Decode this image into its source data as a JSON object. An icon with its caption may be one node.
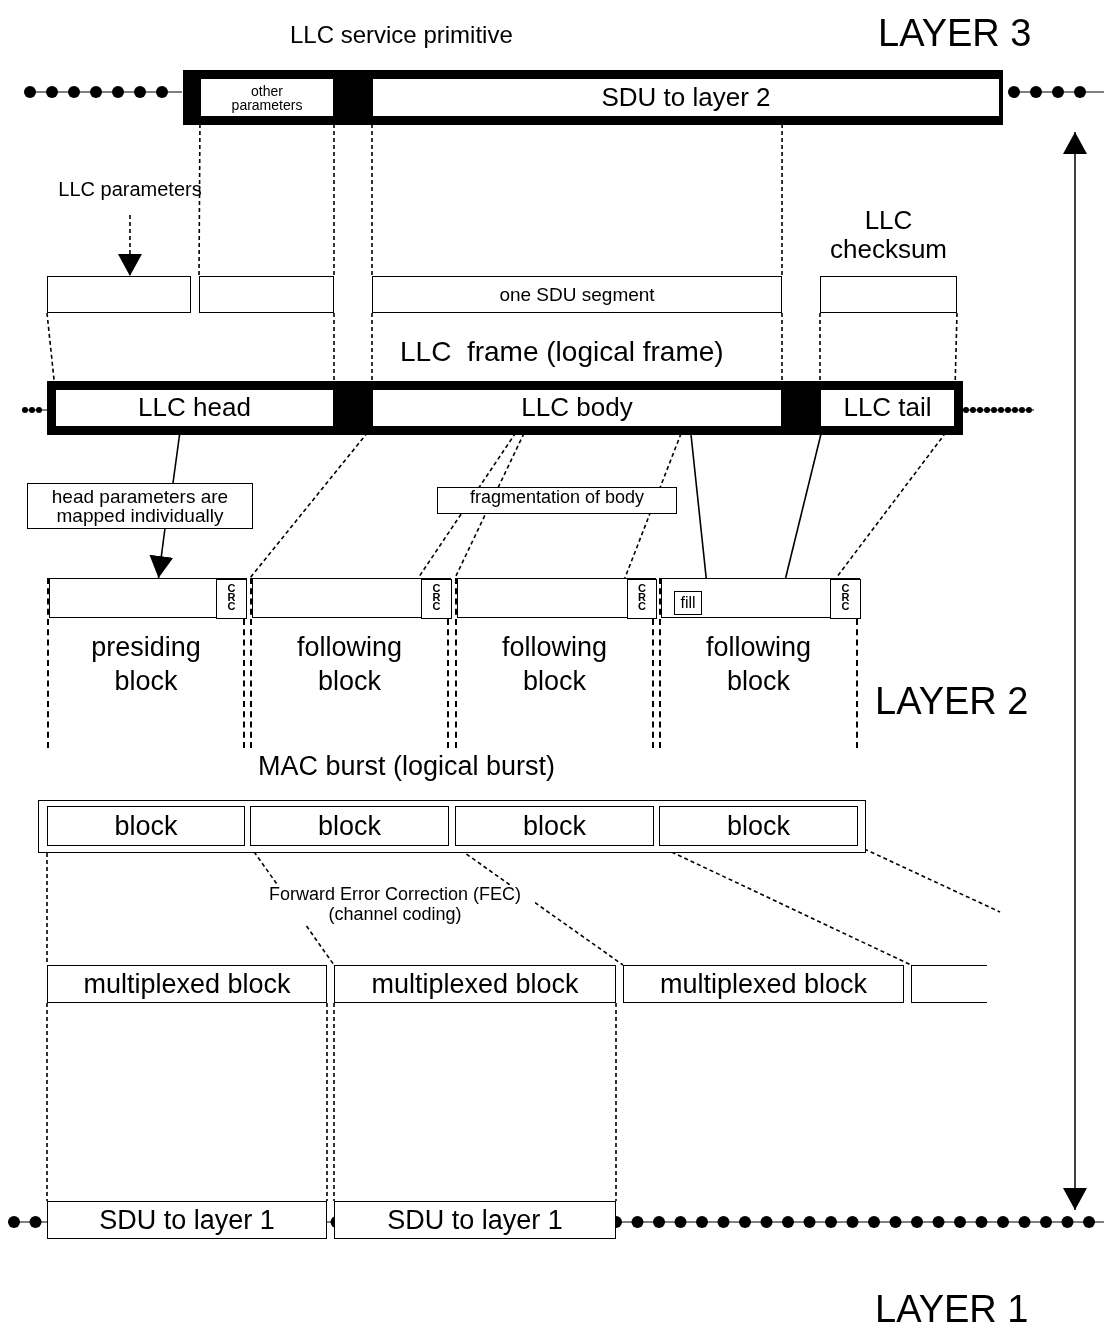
{
  "diagram": {
    "nodes": [
      {
        "text": [
          "LLC service primitive"
        ]
      },
      {
        "text": [
          "other parameters"
        ],
        "in": 0
      },
      {
        "text": [
          "SDU to layer 2"
        ],
        "in": 0
      },
      {
        "text": [
          "LLC parameters"
        ]
      },
      {
        "text": [],
        "shape": "box"
      },
      {
        "text": [],
        "shape": "box"
      },
      {
        "text": [
          "one SDU segment"
        ]
      },
      {
        "text": [
          "LLC checksum"
        ]
      },
      {
        "text": [
          "LLC  frame (logical frame)"
        ]
      },
      {
        "text": [
          "LLC head"
        ],
        "in": 8
      },
      {
        "text": [
          "LLC body"
        ],
        "in": 8
      },
      {
        "text": [
          "LLC tail"
        ],
        "in": 8
      },
      {
        "text": [
          "head parameters are mapped individually"
        ]
      },
      {
        "text": [
          "presiding block"
        ]
      },
      {
        "text": [],
        "shape": "box",
        "in": 13
      },
      {
        "text": [
          "CRC"
        ],
        "in": 14
      },
      {
        "text": [
          "following block"
        ]
      },
      {
        "text": [],
        "shape": "box",
        "in": 16
      },
      {
        "text": [
          "CRC"
        ],
        "in": 17
      },
      {
        "text": [
          "following block"
        ]
      },
      {
        "text": [],
        "shape": "box",
        "in": 19
      },
      {
        "text": [
          "CRC"
        ],
        "in": 20
      },
      {
        "text": [
          "following block"
        ]
      },
      {
        "text": [],
        "shape": "box",
        "in": 22
      },
      {
        "text": [
          "fill"
        ],
        "in": 23
      },
      {
        "text": [
          "CRC"
        ],
        "in": 23
      },
      {
        "text": [
          "MAC burst (logical burst)"
        ]
      },
      {
        "text": [
          "block"
        ],
        "in": 26
      },
      {
        "text": [
          "block"
        ],
        "in": 26
      },
      {
        "text": [
          "block"
        ],
        "in": 26
      },
      {
        "text": [
          "block"
        ],
        "in": 26
      },
      {
        "text": [
          "multiplexed block"
        ]
      },
      {
        "text": [
          "multiplexed block"
        ]
      },
      {
        "text": [
          "multiplexed block"
        ]
      },
      {
        "text": [],
        "shape": "box"
      },
      {
        "text": [
          "SDU to layer 1"
        ]
      },
      {
        "text": [
          "SDU to layer 1"
        ]
      }
    ],
    "edges": [
      {
        "from": 3,
        "to": 4,
        "arrow": "to",
        "style": "dashed"
      },
      {
        "from": 1,
        "to": 5,
        "arrow": "none",
        "style": "dashed"
      },
      {
        "from": 1,
        "to": 5,
        "arrow": "none",
        "style": "dashed"
      },
      {
        "from": 2,
        "to": 6,
        "arrow": "none",
        "style": "dashed"
      },
      {
        "from": 2,
        "to": 6,
        "arrow": "none",
        "style": "dashed"
      },
      {
        "from": 4,
        "to": 9,
        "arrow": "none",
        "style": "dashed"
      },
      {
        "from": 5,
        "to": 9,
        "arrow": "none",
        "style": "dashed"
      },
      {
        "from": 6,
        "to": 10,
        "arrow": "none",
        "style": "dashed"
      },
      {
        "from": 6,
        "to": 10,
        "arrow": "none",
        "style": "dashed"
      },
      {
        "from": 7,
        "to": 11,
        "arrow": "none",
        "style": "dashed"
      },
      {
        "from": 7,
        "to": 11,
        "arrow": "none",
        "style": "dashed"
      },
      {
        "from": 9,
        "to": 12,
        "arrow": "none"
      },
      {
        "from": 12,
        "to": 14,
        "arrow": "to"
      },
      {
        "from": 10,
        "to": 17,
        "arrow": "none",
        "style": "dashed"
      },
      {
        "from": 10,
        "to": 17,
        "arrow": "none",
        "style": "dashed"
      },
      {
        "from": 10,
        "to": 20,
        "arrow": "none",
        "style": "dashed"
      },
      {
        "from": 10,
        "to": 20,
        "arrow": "none",
        "style": "dashed"
      },
      {
        "from": 10,
        "to": 23,
        "arrow": "none"
      },
      {
        "from": 11,
        "to": 23,
        "arrow": "none",
        "style": "dashed"
      },
      {
        "from": 11,
        "to": 23,
        "arrow": "none"
      },
      {
        "from": 27,
        "to": 31,
        "arrow": "none",
        "style": "dashed"
      },
      {
        "from": 28,
        "to": 32,
        "arrow": "none",
        "style": "dashed"
      },
      {
        "from": 29,
        "to": 33,
        "arrow": "none",
        "style": "dashed"
      },
      {
        "from": 30,
        "to": 34,
        "arrow": "none",
        "style": "dashed"
      },
      {
        "from": 30,
        "to": null,
        "arrow": "none",
        "style": "dashed"
      },
      {
        "from": 31,
        "to": 35,
        "arrow": "none",
        "style": "dashed"
      },
      {
        "from": 31,
        "to": 35,
        "arrow": "none",
        "style": "dashed"
      },
      {
        "from": 32,
        "to": 36,
        "arrow": "none",
        "style": "dashed"
      },
      {
        "from": 32,
        "to": 36,
        "arrow": "none",
        "style": "dashed"
      }
    ],
    "labels": [
      "LAYER 3",
      "fragmentation of body",
      "LAYER 2",
      "Forward Error Correction (FEC) (channel coding)",
      "LAYER 1"
    ]
  }
}
